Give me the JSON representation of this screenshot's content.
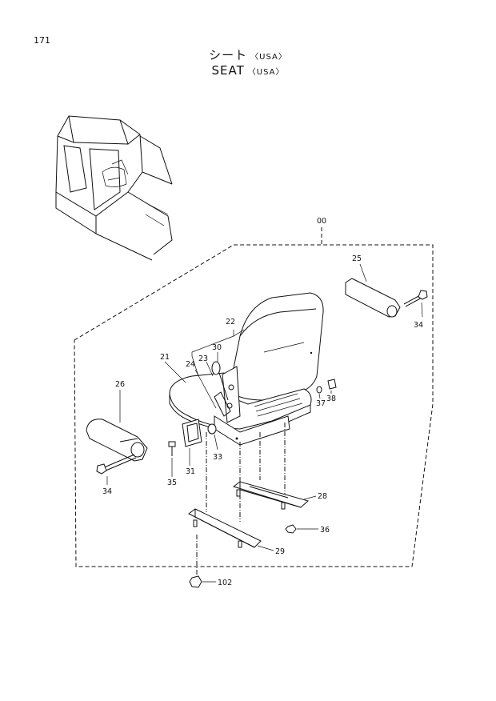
{
  "page_number": "171",
  "title": {
    "jp": "シート",
    "jp_sub": "〈USA〉",
    "en": "SEAT",
    "en_sub": "〈USA〉"
  },
  "callouts": {
    "assembly": "00",
    "c21": "21",
    "c22": "22",
    "c23": "23",
    "c24": "24",
    "c25": "25",
    "c26": "26",
    "c28": "28",
    "c29": "29",
    "c30": "30",
    "c31": "31",
    "c33": "33",
    "c34a": "34",
    "c34b": "34",
    "c35": "35",
    "c36": "36",
    "c37": "37",
    "c38": "38",
    "c102": "102"
  }
}
